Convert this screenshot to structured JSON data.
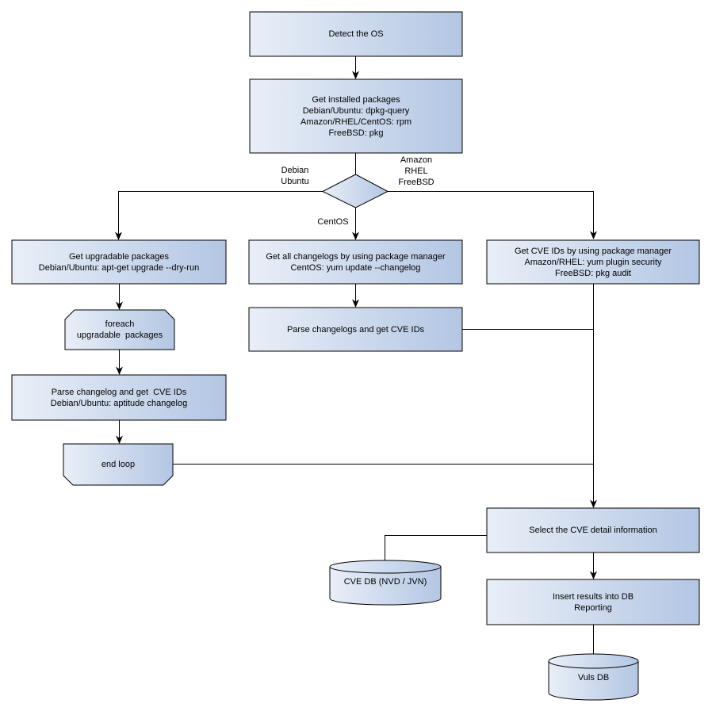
{
  "title": "Vulnerability scan flowchart",
  "colors": {
    "background": "#ffffff",
    "node_fill_light": "#e9eff8",
    "node_fill_dark": "#b3c6e3",
    "node_border": "#000000",
    "text": "#000000",
    "connector": "#000000"
  },
  "nodes": {
    "detect_os": "Detect the OS",
    "get_installed": "Get installed packages\nDebian/Ubuntu: dpkg-query\nAmazon/RHEL/CentOS: rpm\nFreeBSD: pkg",
    "get_upgradable": "Get upgradable packages\nDebian/Ubuntu: apt-get upgrade --dry-run",
    "foreach_loop": "foreach\nupgradable  packages",
    "parse_changelog_left": "Parse changelog and get  CVE IDs\nDebian/Ubuntu: aptitude changelog",
    "end_loop": "end loop",
    "get_changelogs_mid": "Get all changelogs by using package manager\nCentOS: yum update --changelog",
    "parse_changelogs_mid": "Parse changelogs and get CVE IDs",
    "get_cve_ids_right": "Get CVE IDs by using package manager\nAmazon/RHEL: yum plugin security\nFreeBSD: pkg audit",
    "select_cve": "Select the CVE detail information",
    "cve_db": "CVE DB (NVD / JVN)",
    "insert_results": "Insert results into DB\nReporting",
    "vuls_db": "Vuls DB"
  },
  "edge_labels": {
    "left_branch": "Debian\nUbuntu",
    "right_branch": "Amazon\nRHEL\nFreeBSD",
    "bottom_branch": "CentOS"
  }
}
